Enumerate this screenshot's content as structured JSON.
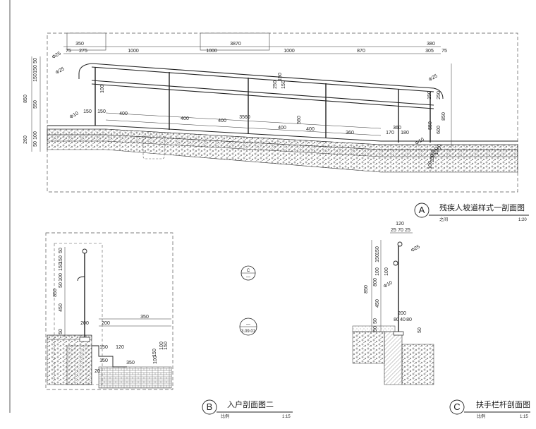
{
  "views": {
    "a": {
      "letter": "A",
      "title": "残疾人坡道样式一剖面图",
      "note": "之间",
      "scale": "1:20",
      "dims_top": [
        "350",
        "75",
        "275",
        "1000",
        "3870",
        "1000",
        "1000",
        "870",
        "380",
        "305",
        "75"
      ],
      "dims_left": [
        "850",
        "550",
        "260",
        "50",
        "150",
        "150",
        "100",
        "50"
      ],
      "dims_mid": [
        "150",
        "150",
        "400",
        "400",
        "400",
        "3560",
        "400",
        "400",
        "360",
        "170",
        "180",
        "360",
        "100",
        "250",
        "150",
        "150",
        "560"
      ],
      "dims_right": [
        "150",
        "250",
        "550",
        "600",
        "850",
        "250",
        "100",
        "150",
        "100",
        "50"
      ],
      "leaders": [
        "Φ25",
        "Φ25",
        "Φ10",
        "Φ25",
        "Φ10"
      ]
    },
    "b": {
      "letter": "B",
      "title": "入户剖面图二",
      "note": "比例",
      "scale": "1:15",
      "dims_left": [
        "50",
        "150",
        "150",
        "100",
        "50",
        "850",
        "450",
        "50"
      ],
      "dims_steps": [
        "200",
        "200",
        "350",
        "150",
        "120",
        "150",
        "350",
        "100",
        "150",
        "150",
        "100",
        "20"
      ]
    },
    "c": {
      "letter": "C",
      "title": "扶手栏杆剖面图",
      "note": "比例",
      "scale": "1:15",
      "dims_top": [
        "120",
        "25",
        "70",
        "25"
      ],
      "dims_left": [
        "850",
        "800",
        "450",
        "150",
        "150",
        "100",
        "100",
        "50",
        "50"
      ],
      "dims_base": [
        "200",
        "80",
        "40",
        "80",
        "50"
      ],
      "leaders": [
        "Φ25",
        "Φ10"
      ]
    }
  },
  "symbols": [
    {
      "top": "C",
      "bottom": "—"
    },
    {
      "top": "—",
      "bottom": "3.09.01"
    }
  ]
}
